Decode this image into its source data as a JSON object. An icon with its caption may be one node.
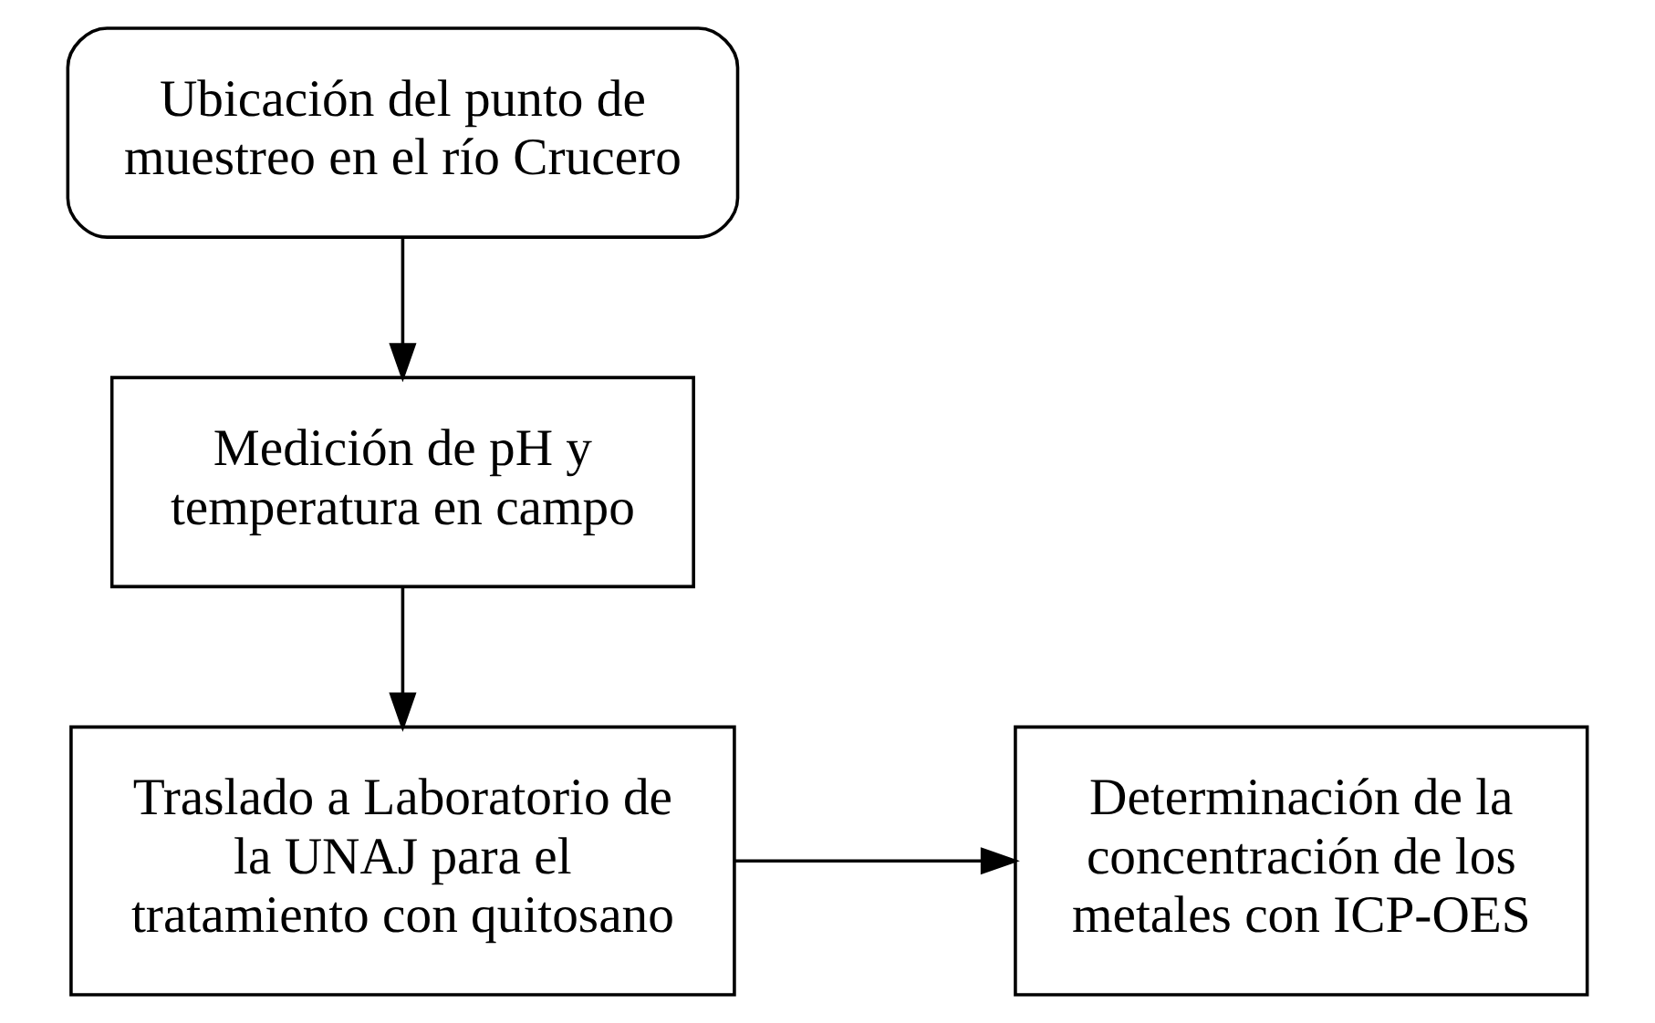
{
  "diagram": {
    "nodes": [
      {
        "text": [
          "Ubicación del punto de muestreo en el río Crucero"
        ]
      },
      {
        "text": [
          "Medición de pH y temperatura en campo"
        ]
      },
      {
        "text": [
          "Traslado a Laboratorio de la UNAJ para el tratamiento con quitosano"
        ]
      },
      {
        "text": [
          "Determinación de la concentración de los metales con ICP-OES"
        ]
      }
    ],
    "edges": [
      {
        "from": 0,
        "to": 1,
        "arrow": "to"
      },
      {
        "from": 1,
        "to": 2,
        "arrow": "to"
      },
      {
        "from": 2,
        "to": 3,
        "arrow": "to"
      }
    ]
  }
}
